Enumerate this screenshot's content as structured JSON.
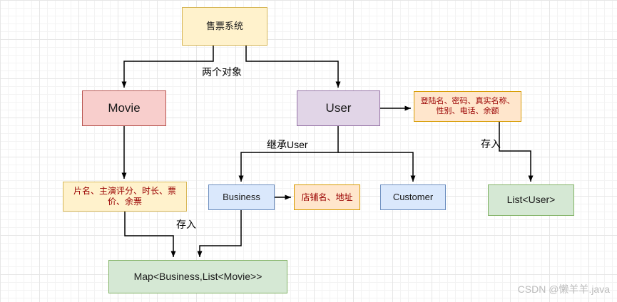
{
  "nodes": {
    "ticket_system": {
      "label": "售票系统"
    },
    "movie": {
      "label": "Movie"
    },
    "user": {
      "label": "User"
    },
    "user_fields": {
      "label": "登陆名、密码、真实名称、性别、电话、余额"
    },
    "movie_fields": {
      "label": "片名、主演评分、时长、票价、余票"
    },
    "business": {
      "label": "Business"
    },
    "business_fields": {
      "label": "店铺名、地址"
    },
    "customer": {
      "label": "Customer"
    },
    "list_user": {
      "label": "List<User>"
    },
    "map_business": {
      "label": "Map<Business,List<Movie>>"
    }
  },
  "edge_labels": {
    "two_objects": "两个对象",
    "inherit_user": "继承User",
    "store_right": "存入",
    "store_left": "存入"
  },
  "edges": [
    {
      "from": "ticket_system",
      "to": "movie"
    },
    {
      "from": "ticket_system",
      "to": "user",
      "label": "两个对象"
    },
    {
      "from": "movie",
      "to": "movie_fields"
    },
    {
      "from": "user",
      "to": "user_fields"
    },
    {
      "from": "user",
      "to": "business",
      "label": "继承User"
    },
    {
      "from": "user",
      "to": "customer"
    },
    {
      "from": "business",
      "to": "business_fields"
    },
    {
      "from": "user_fields",
      "to": "list_user",
      "label": "存入"
    },
    {
      "from": "movie_fields",
      "to": "map_business",
      "label": "存入"
    },
    {
      "from": "business",
      "to": "map_business"
    }
  ],
  "colors": {
    "yellow_fill": "#fff2cc",
    "yellow_stroke": "#d6b656",
    "orange_fill": "#ffe6cc",
    "orange_stroke": "#d79b00",
    "red_fill": "#f8cecc",
    "red_stroke": "#b85450",
    "purple_fill": "#e1d5e7",
    "purple_stroke": "#9673a6",
    "blue_fill": "#dae8fc",
    "blue_stroke": "#6c8ebf",
    "green_fill": "#d5e8d4",
    "green_stroke": "#82b366",
    "attr_text": "#990000",
    "edge_stroke": "#000000"
  },
  "watermark": "CSDN @懒羊羊.java"
}
